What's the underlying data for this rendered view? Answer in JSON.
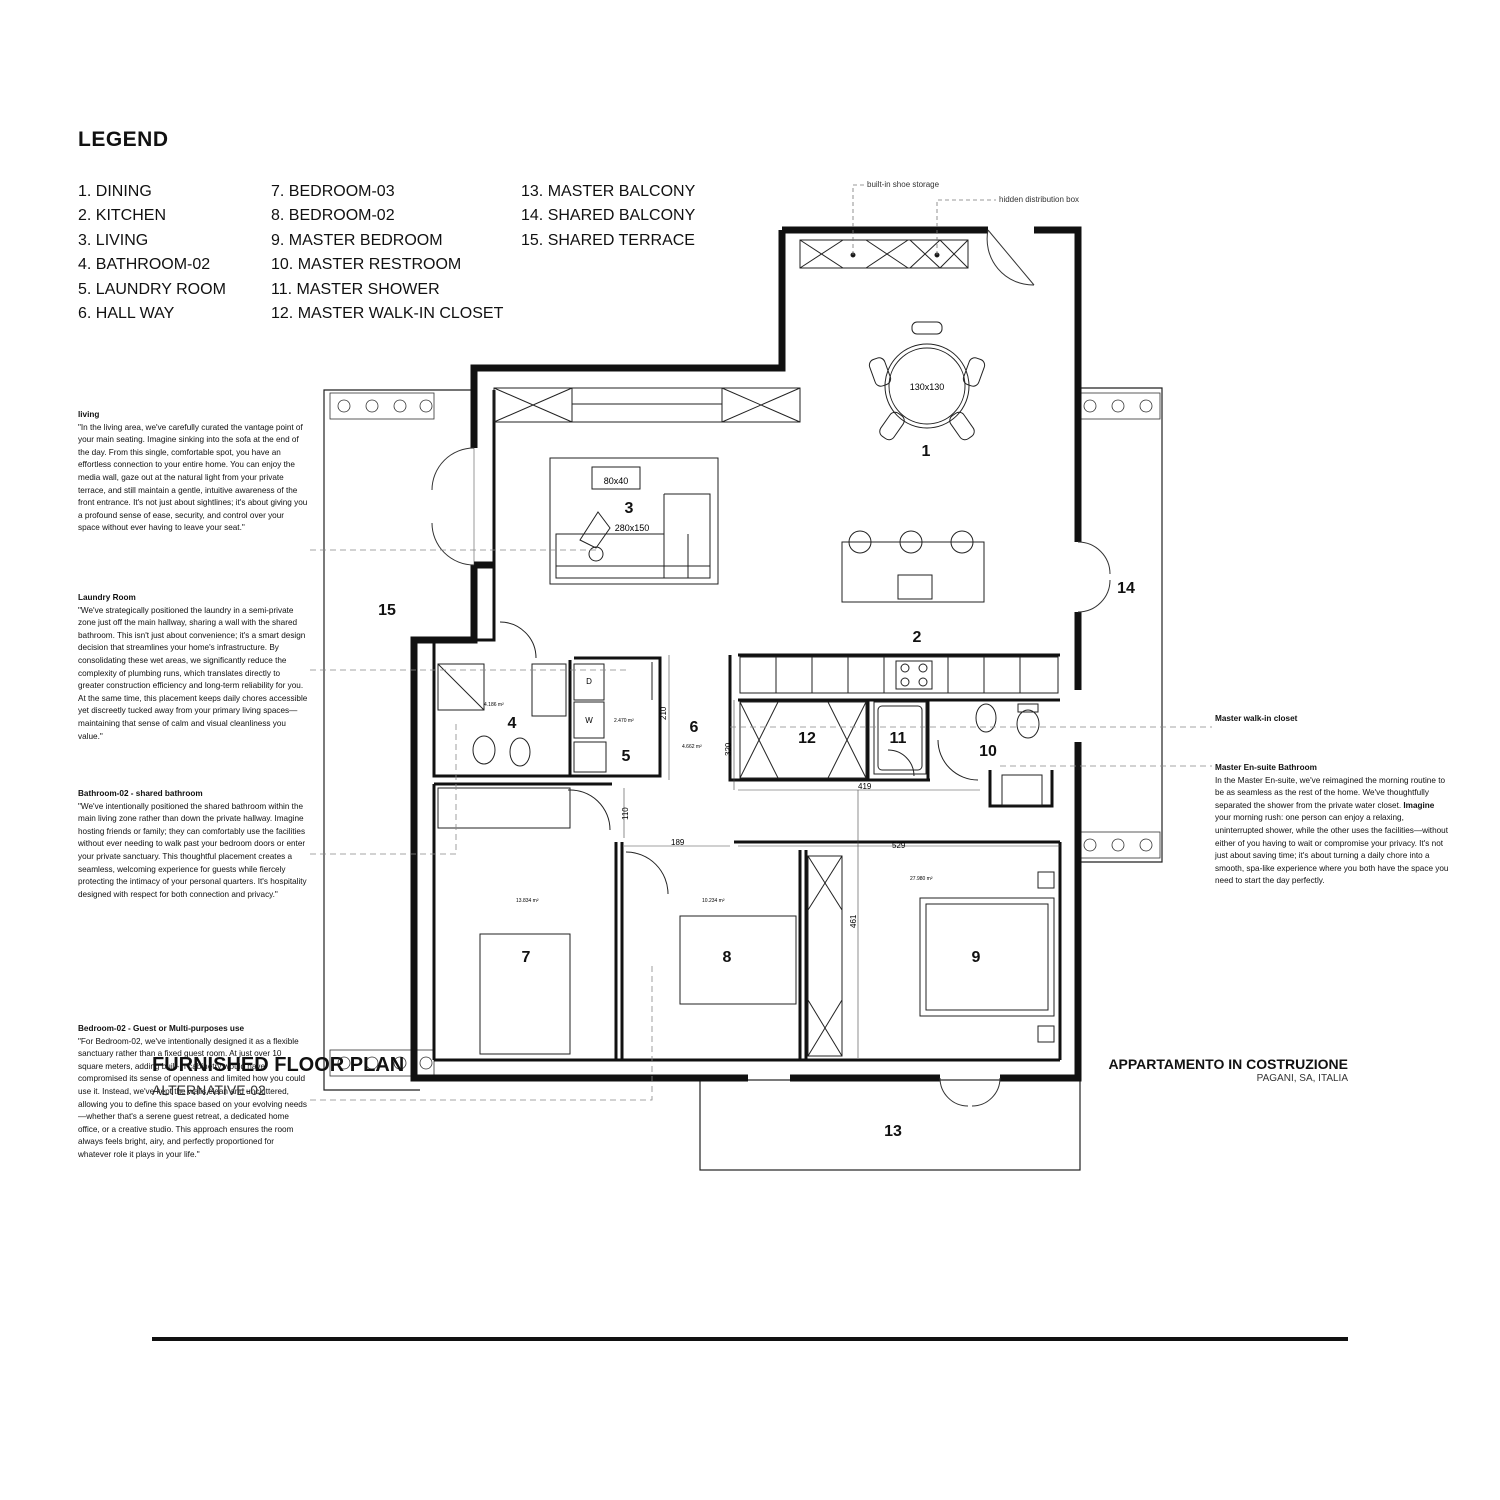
{
  "legend": {
    "title": "LEGEND",
    "col1": [
      "1. DINING",
      "2. KITCHEN",
      "3. LIVING",
      "4. BATHROOM-02",
      "5. LAUNDRY ROOM",
      "6. HALL WAY"
    ],
    "col2": [
      "7. BEDROOM-03",
      "8. BEDROOM-02",
      "9. MASTER BEDROOM",
      "10. MASTER RESTROOM",
      "11. MASTER SHOWER",
      "12. MASTER WALK-IN CLOSET"
    ],
    "col3": [
      "13. MASTER BALCONY",
      "14. SHARED BALCONY",
      "15. SHARED TERRACE"
    ]
  },
  "notes": {
    "living_title": "living",
    "living_text": "\"In the living area, we've carefully curated the vantage point of your main seating. Imagine sinking into the sofa at the end of the day. From this single, comfortable spot, you have an effortless connection to your entire home. You can enjoy the media wall, gaze out at the natural light from your private terrace, and still maintain a gentle, intuitive awareness of the front entrance. It's not just about sightlines; it's about giving you a profound sense of ease, security, and control over your space without ever having to leave your seat.\"",
    "laundry_title": "Laundry Room",
    "laundry_text": "\"We've strategically positioned the laundry in a semi-private zone just off the main hallway, sharing a wall with the shared bathroom. This isn't just about convenience; it's a smart design decision that streamlines your home's infrastructure. By consolidating these wet areas, we significantly reduce the complexity of plumbing runs, which translates directly to greater construction efficiency and long-term reliability for you. At the same time, this placement keeps daily chores accessible yet discreetly tucked away from your primary living spaces—maintaining that sense of calm and visual cleanliness you value.\"",
    "bath_title": "Bathroom-02 - shared bathroom",
    "bath_text": "\"We've intentionally positioned the shared bathroom within the main living zone rather than down the private hallway. Imagine hosting friends or family; they can comfortably use the facilities without ever needing to walk past your bedroom doors or enter your private sanctuary. This thoughtful placement creates a seamless, welcoming experience for guests while fiercely protecting the intimacy of your personal quarters. It's hospitality designed with respect for both connection and privacy.\"",
    "bedroom_title": "Bedroom-02 - Guest or Multi-purposes use",
    "bedroom_text": "\"For Bedroom-02, we've intentionally designed it as a flexible sanctuary rather than a fixed guest room. At just over 10 square meters, adding built-in cabinetry would have compromised its sense of openness and limited how you could use it. Instead, we've kept the walls clean and uncluttered, allowing you to define this space based on your evolving needs—whether that's a serene guest retreat, a dedicated home office, or a creative studio. This approach ensures the room always feels bright, airy, and perfectly proportioned for whatever role it plays in your life.\"",
    "closet_title": "Master walk-in closet",
    "ensuite_title": "Master En-suite Bathroom",
    "ensuite_text_1": "In the Master En-suite, we've reimagined the morning routine to be as seamless as the rest of the home. We've thoughtfully separated the shower from the private water closet. ",
    "ensuite_bold": "Imagine",
    "ensuite_text_2": " your morning rush: one person can enjoy a relaxing, uninterrupted shower, while the other uses the facilities—without either of you having to wait or compromise your privacy. It's not just about saving time; it's about turning a daily chore into a smooth, spa-like experience where you both have the space you need to start the day perfectly."
  },
  "plan": {
    "rooms": [
      "1",
      "2",
      "3",
      "4",
      "5",
      "6",
      "7",
      "8",
      "9",
      "10",
      "11",
      "12",
      "13",
      "14",
      "15"
    ],
    "callouts": [
      "built-in shoe storage",
      "hidden distribution box"
    ],
    "furniture_labels": {
      "table": "130x130",
      "tv": "80x40",
      "rug": "280x150"
    },
    "dimensions": [
      "210",
      "320",
      "110",
      "189",
      "419",
      "529",
      "461"
    ],
    "areas": [
      "4.186 m²",
      "2.470 m²",
      "4.662 m²",
      "13.834 m²",
      "10.234 m²",
      "27.980 m²"
    ],
    "laundry_marks": [
      "D",
      "W"
    ]
  },
  "footer": {
    "title": "FURNISHED FLOOR PLAN",
    "subtitle": "ALTERNATIVE-02",
    "project": "APPARTAMENTO IN COSTRUZIONE",
    "location": "PAGANI, SA, ITALIA"
  }
}
